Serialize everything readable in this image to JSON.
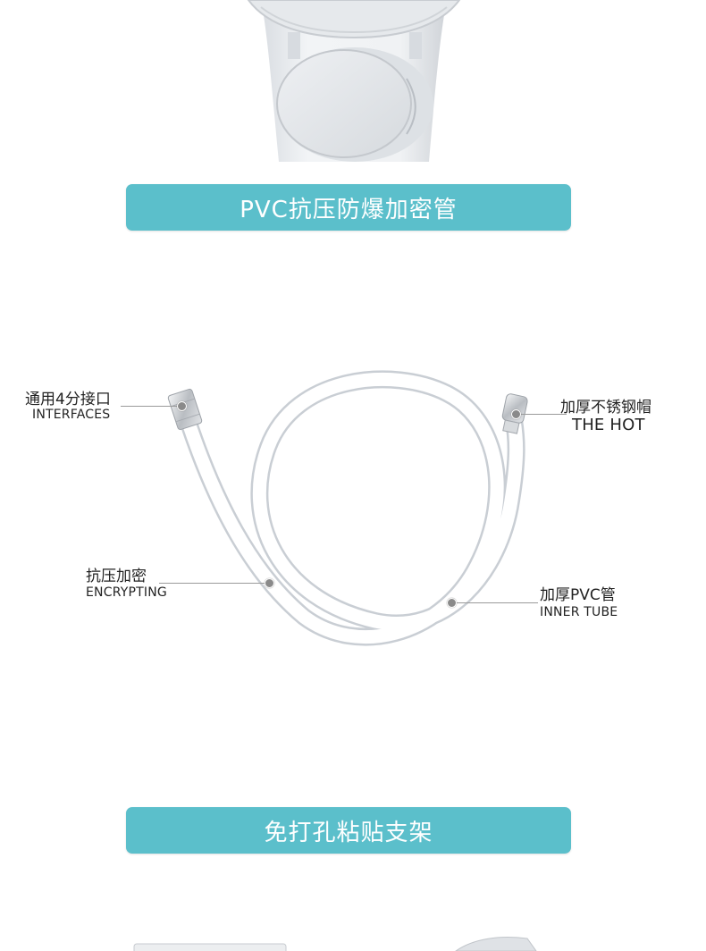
{
  "banners": {
    "hose": "PVC抗压防爆加密管",
    "bracket": "免打孔粘贴支架"
  },
  "callouts": {
    "interfaces": {
      "cn": "通用4分接口",
      "en": "INTERFACES"
    },
    "steel_cap": {
      "cn": "加厚不锈钢帽",
      "en": "THE HOT"
    },
    "encrypting": {
      "cn": "抗压加密",
      "en": "ENCRYPTING"
    },
    "inner_tube": {
      "cn": "加厚PVC管",
      "en": "INNER TUBE"
    }
  },
  "colors": {
    "banner": "#5bbfcb",
    "hose": "#ffffff",
    "holder": "#e9ecef",
    "metal": "#c9ccd0",
    "leader": "#9a9a9a"
  }
}
